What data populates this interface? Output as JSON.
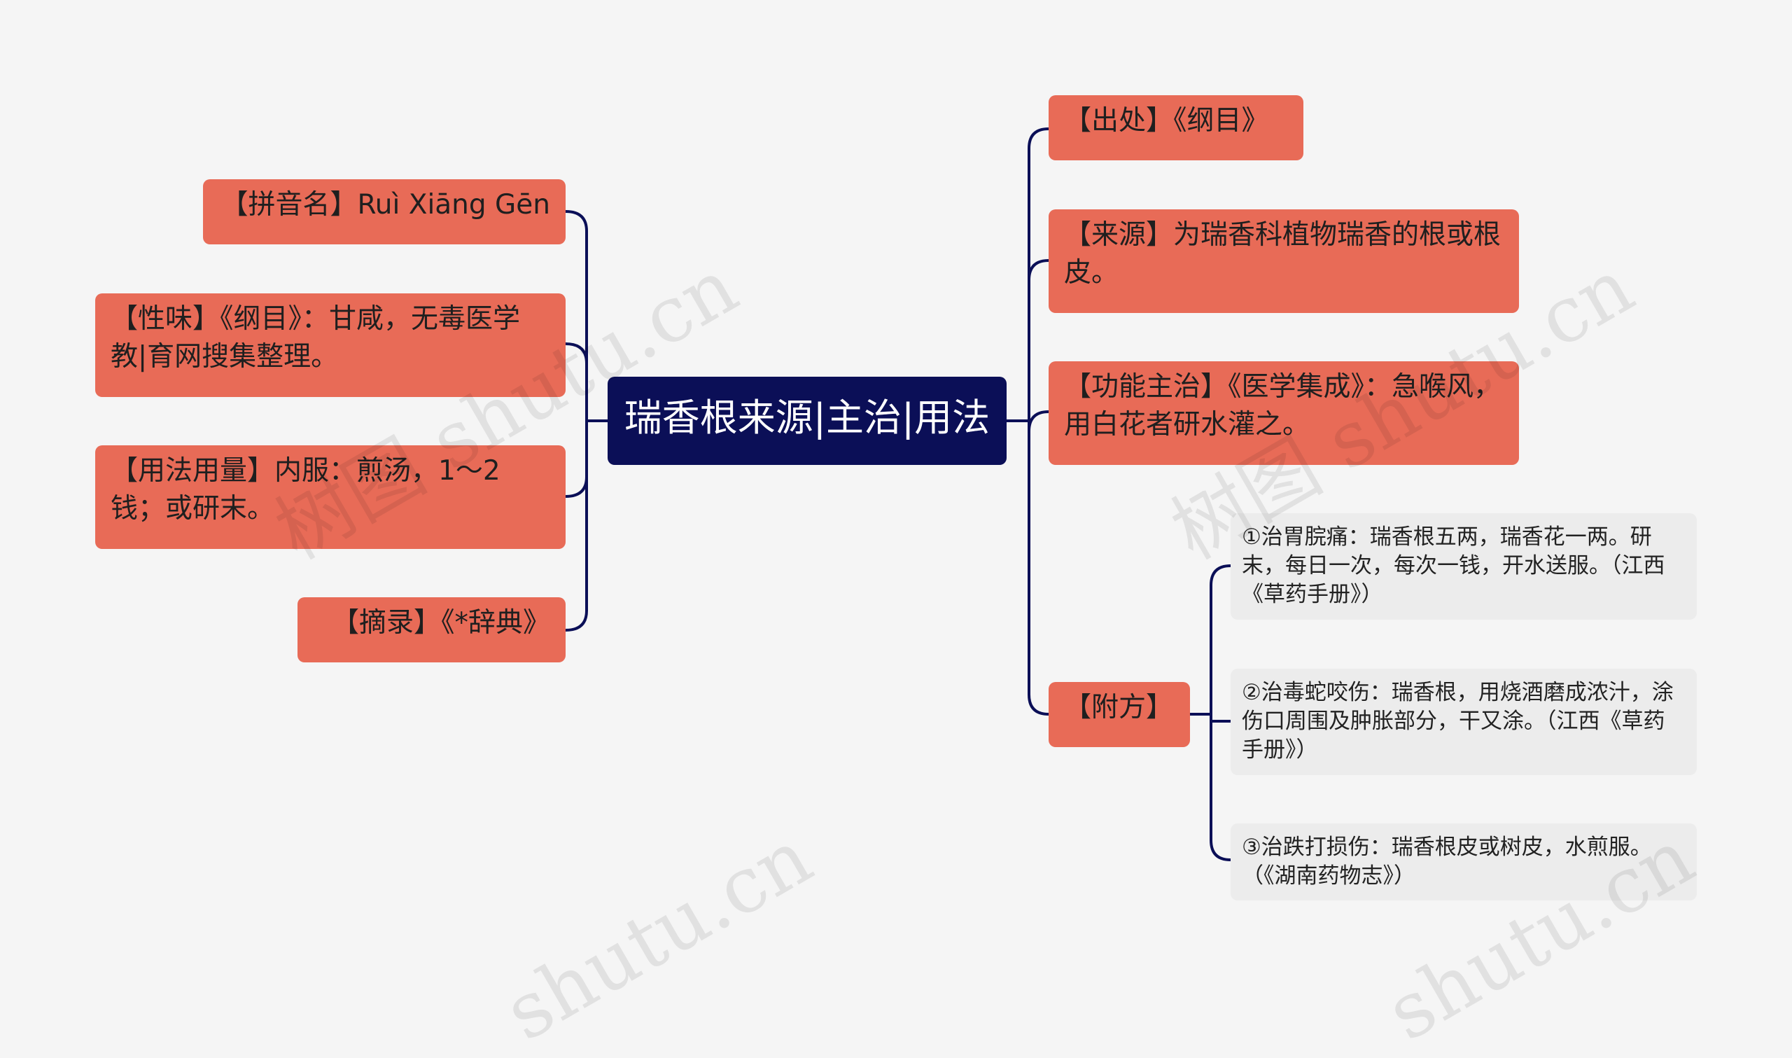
{
  "colors": {
    "root_bg": "#0b0f57",
    "node_bg": "#e86b57",
    "leaf_bg": "#ececec",
    "line": "#0b0f57",
    "background": "#f5f5f5"
  },
  "root": {
    "label": "瑞香根来源|主治|用法"
  },
  "left_nodes": [
    {
      "label": "【拼音名】Ruì Xiāng Gēn"
    },
    {
      "label": "【性味】《纲目》：甘咸，无毒医学教|育网搜集整理。"
    },
    {
      "label": "【用法用量】内服：煎汤，1～2钱；或研末。"
    },
    {
      "label": "【摘录】《*辞典》"
    }
  ],
  "right_nodes": [
    {
      "label": "【出处】《纲目》"
    },
    {
      "label": "【来源】为瑞香科植物瑞香的根或根皮。"
    },
    {
      "label": "【功能主治】《医学集成》：急喉风，用白花者研水灌之。"
    },
    {
      "label": "【附方】"
    }
  ],
  "fufang_items": [
    {
      "label": "①治胃脘痛：瑞香根五两，瑞香花一两。研末，每日一次，每次一钱，开水送服。（江西《草药手册》）"
    },
    {
      "label": "②治毒蛇咬伤：瑞香根，用烧酒磨成浓汁，涂伤口周围及肿胀部分，干又涂。（江西《草药手册》）"
    },
    {
      "label": "③治跌打损伤：瑞香根皮或树皮，水煎服。（《湖南药物志》）"
    }
  ],
  "watermarks": [
    "树图 shutu.cn",
    "树图 shutu.cn",
    "shutu.cn",
    "shutu.cn"
  ]
}
